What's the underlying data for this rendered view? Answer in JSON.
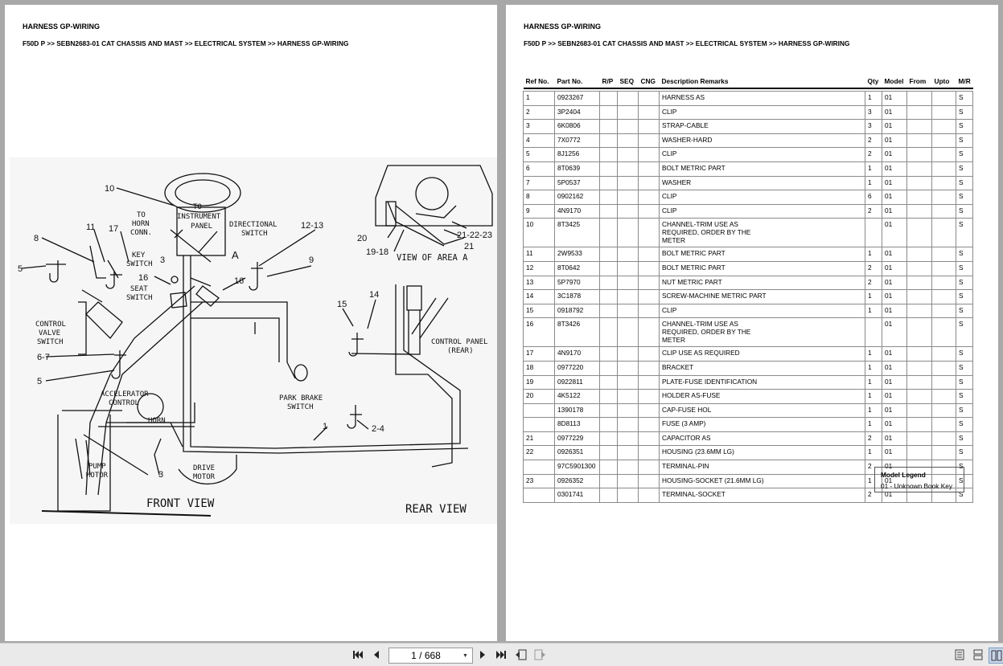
{
  "header": {
    "title": "HARNESS GP-WIRING",
    "breadcrumb": "F50D P >> SEBN2683-01 CAT CHASSIS AND MAST >> ELECTRICAL SYSTEM >> HARNESS GP-WIRING"
  },
  "diagram": {
    "labels": {
      "to_instrument_panel": [
        "TO",
        "INSTRUMENT",
        "PANEL"
      ],
      "to_horn_conn": [
        "TO",
        "HORN",
        "CONN."
      ],
      "directional_switch": [
        "DIRECTIONAL",
        "SWITCH"
      ],
      "key_switch": [
        "KEY",
        "SWITCH"
      ],
      "seat_switch": [
        "SEAT",
        "SWITCH"
      ],
      "control_valve_switch": [
        "CONTROL",
        "VALVE",
        "SWITCH"
      ],
      "accelerator_control": [
        "ACCELERATOR",
        "CONTROL"
      ],
      "horn": "HORN",
      "pump_motor": [
        "PUMP",
        "MOTOR"
      ],
      "drive_motor": [
        "DRIVE",
        "MOTOR"
      ],
      "park_brake_switch": [
        "PARK BRAKE",
        "SWITCH"
      ],
      "control_panel_rear": [
        "CONTROL PANEL",
        "(REAR)"
      ],
      "view_of_area_a": "VIEW OF AREA A",
      "area_a": "A",
      "front_view": "FRONT VIEW",
      "rear_view": "REAR VIEW"
    },
    "callouts": [
      "10",
      "8",
      "11",
      "17",
      "5",
      "3",
      "16",
      "16",
      "9",
      "12-13",
      "6-7",
      "5",
      "3",
      "1",
      "2-4",
      "15",
      "14",
      "20",
      "19-18",
      "21",
      "21-22-23"
    ]
  },
  "table": {
    "headers": [
      "Ref No.",
      "Part No.",
      "R/P",
      "SEQ",
      "CNG",
      "Description Remarks",
      "Qty",
      "Model",
      "From",
      "Upto",
      "M/R"
    ],
    "rows": [
      {
        "ref": "1",
        "part": "0923267",
        "desc": "HARNESS AS",
        "qty": "1",
        "model": "01",
        "mr": "S"
      },
      {
        "ref": "2",
        "part": "3P2404",
        "desc": "CLIP",
        "qty": "3",
        "model": "01",
        "mr": "S"
      },
      {
        "ref": "3",
        "part": "6K0806",
        "desc": "STRAP-CABLE",
        "qty": "3",
        "model": "01",
        "mr": "S"
      },
      {
        "ref": "4",
        "part": "7X0772",
        "desc": "WASHER-HARD",
        "qty": "2",
        "model": "01",
        "mr": "S"
      },
      {
        "ref": "5",
        "part": "8J1256",
        "desc": "CLIP",
        "qty": "2",
        "model": "01",
        "mr": "S"
      },
      {
        "ref": "6",
        "part": "8T0639",
        "desc": "BOLT METRIC PART",
        "qty": "1",
        "model": "01",
        "mr": "S"
      },
      {
        "ref": "7",
        "part": "5P0537",
        "desc": "WASHER",
        "qty": "1",
        "model": "01",
        "mr": "S"
      },
      {
        "ref": "8",
        "part": "0902162",
        "desc": "CLIP",
        "qty": "6",
        "model": "01",
        "mr": "S"
      },
      {
        "ref": "9",
        "part": "4N9170",
        "desc": "CLIP",
        "qty": "2",
        "model": "01",
        "mr": "S"
      },
      {
        "ref": "10",
        "part": "8T3425",
        "desc": [
          "CHANNEL-TRIM USE AS",
          "REQUIRED, ORDER BY THE",
          "METER"
        ],
        "qty": "",
        "model": "01",
        "mr": "S"
      },
      {
        "ref": "11",
        "part": "2W9533",
        "desc": "BOLT METRIC PART",
        "qty": "1",
        "model": "01",
        "mr": "S"
      },
      {
        "ref": "12",
        "part": "8T0642",
        "desc": "BOLT METRIC PART",
        "qty": "2",
        "model": "01",
        "mr": "S"
      },
      {
        "ref": "13",
        "part": "5P7970",
        "desc": "NUT METRIC PART",
        "qty": "2",
        "model": "01",
        "mr": "S"
      },
      {
        "ref": "14",
        "part": "3C1878",
        "desc": "SCREW-MACHINE METRIC PART",
        "qty": "1",
        "model": "01",
        "mr": "S"
      },
      {
        "ref": "15",
        "part": "0918792",
        "desc": "CLIP",
        "qty": "1",
        "model": "01",
        "mr": "S"
      },
      {
        "ref": "16",
        "part": "8T3426",
        "desc": [
          "CHANNEL-TRIM USE AS",
          "REQUIRED, ORDER BY THE",
          "METER"
        ],
        "qty": "",
        "model": "01",
        "mr": "S"
      },
      {
        "ref": "17",
        "part": "4N9170",
        "desc": "CLIP USE AS REQUIRED",
        "qty": "1",
        "model": "01",
        "mr": "S"
      },
      {
        "ref": "18",
        "part": "0977220",
        "desc": "BRACKET",
        "qty": "1",
        "model": "01",
        "mr": "S"
      },
      {
        "ref": "19",
        "part": "0922811",
        "desc": "PLATE-FUSE IDENTIFICATION",
        "qty": "1",
        "model": "01",
        "mr": "S"
      },
      {
        "ref": "20",
        "part": "4K5122",
        "desc": "HOLDER AS-FUSE",
        "qty": "1",
        "model": "01",
        "mr": "S"
      },
      {
        "ref": "",
        "part": "1390178",
        "desc": "CAP-FUSE HOL",
        "qty": "1",
        "model": "01",
        "mr": "S"
      },
      {
        "ref": "",
        "part": "8D8113",
        "desc": "FUSE (3 AMP)",
        "qty": "1",
        "model": "01",
        "mr": "S"
      },
      {
        "ref": "21",
        "part": "0977229",
        "desc": "CAPACITOR AS",
        "qty": "2",
        "model": "01",
        "mr": "S"
      },
      {
        "ref": "22",
        "part": "0926351",
        "desc": "HOUSING (23.6MM LG)",
        "qty": "1",
        "model": "01",
        "mr": "S"
      },
      {
        "ref": "",
        "part": "97C5901300",
        "desc": "TERMINAL-PIN",
        "qty": "2",
        "model": "01",
        "mr": "S"
      },
      {
        "ref": "23",
        "part": "0926352",
        "desc": "HOUSING-SOCKET (21.6MM LG)",
        "qty": "1",
        "model": "01",
        "mr": "S"
      },
      {
        "ref": "",
        "part": "0301741",
        "desc": "TERMINAL-SOCKET",
        "qty": "2",
        "model": "01",
        "mr": "S"
      }
    ]
  },
  "model_legend": {
    "title": "Model Legend",
    "entry": "01 - Unknown Book Key"
  },
  "viewer": {
    "page_indicator": "1 / 668",
    "icons": [
      "first-page-icon",
      "prev-page-icon",
      "next-page-icon",
      "last-page-icon",
      "go-back-icon",
      "go-forward-icon",
      "single-page-view-icon",
      "continuous-view-icon",
      "two-page-view-icon"
    ]
  }
}
